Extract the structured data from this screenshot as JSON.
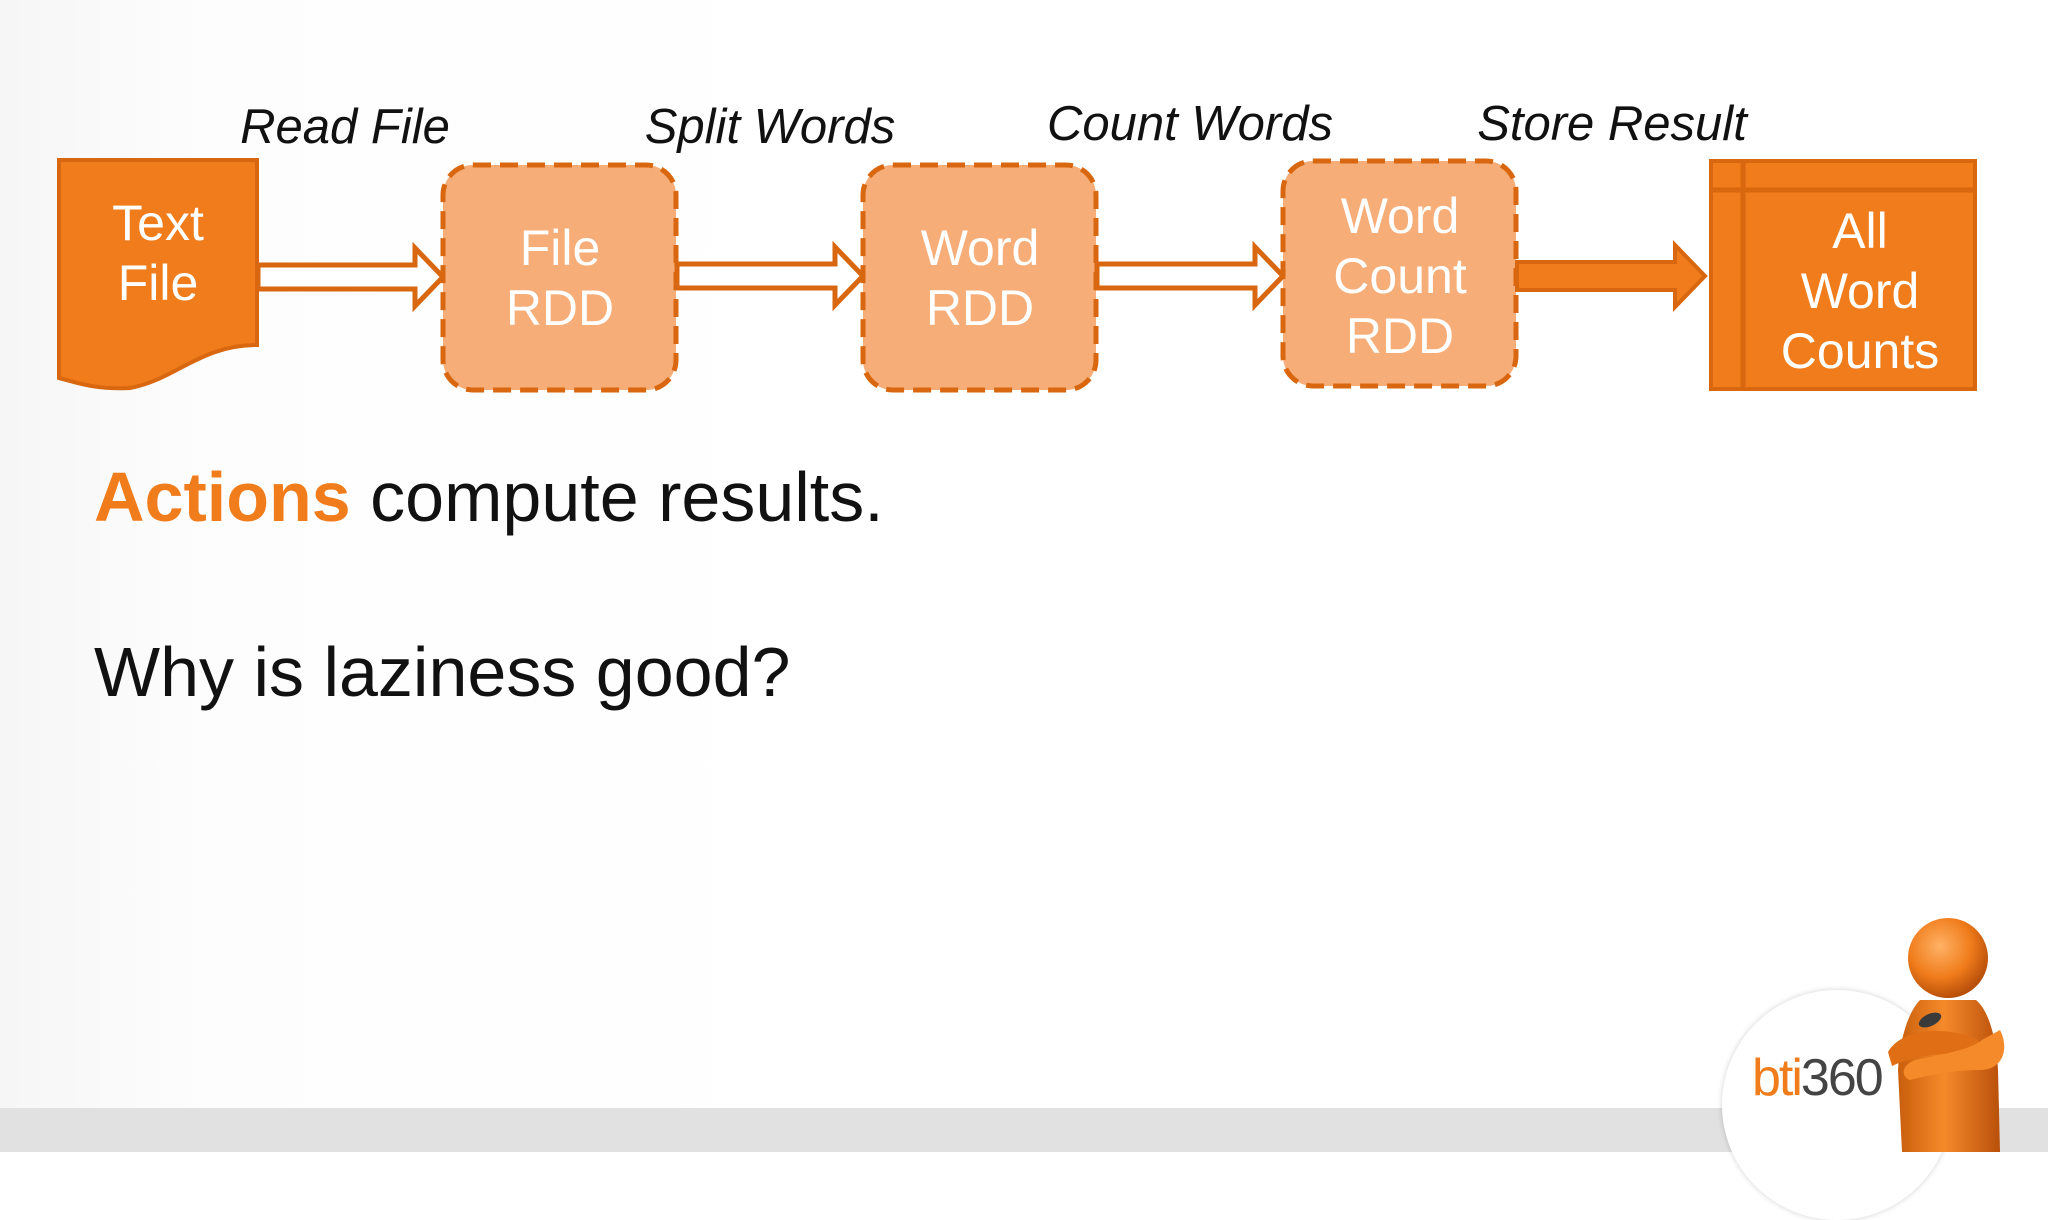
{
  "steps": [
    {
      "label": "Read File"
    },
    {
      "label": "Split Words"
    },
    {
      "label": "Count Words"
    },
    {
      "label": "Store Result"
    }
  ],
  "nodes": {
    "text_file": {
      "line1": "Text",
      "line2": "File"
    },
    "file_rdd": {
      "line1": "File",
      "line2": "RDD"
    },
    "word_rdd": {
      "line1": "Word",
      "line2": "RDD"
    },
    "word_count_rdd": {
      "line1": "Word",
      "line2": "Count",
      "line3": "RDD"
    },
    "all_word_counts": {
      "line1": "All",
      "line2": "Word",
      "line3": "Counts"
    }
  },
  "headline": {
    "accent": "Actions",
    "rest": " compute results."
  },
  "question": "Why is laziness good?",
  "logo": {
    "part1": "bti",
    "part2": "360"
  },
  "colors": {
    "accent": "#f07c1b",
    "rdd_fill": "#f6ad78",
    "border": "#d9670f"
  },
  "icons": [
    "mascot-figure-icon"
  ]
}
